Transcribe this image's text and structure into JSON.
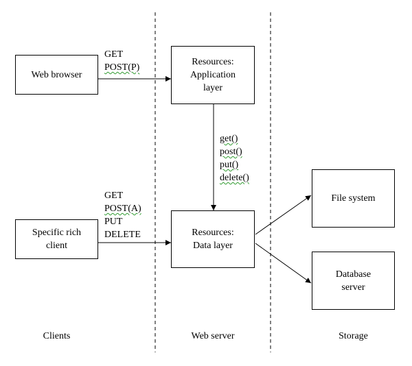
{
  "boxes": {
    "web_browser": "Web browser",
    "rich_client": "Specific rich\nclient",
    "app_layer": "Resources:\nApplication\nlayer",
    "data_layer": "Resources:\nData layer",
    "file_system": "File system",
    "db_server": "Database\nserver"
  },
  "columns": {
    "clients": "Clients",
    "web_server": "Web server",
    "storage": "Storage"
  },
  "labels": {
    "browser_get": "GET",
    "browser_post": "POST(P)",
    "app_get": "get()",
    "app_post": "post()",
    "app_put": "put()",
    "app_delete": "delete()",
    "client_get": "GET",
    "client_post": "POST(A)",
    "client_put": "PUT",
    "client_delete": "DELETE"
  }
}
